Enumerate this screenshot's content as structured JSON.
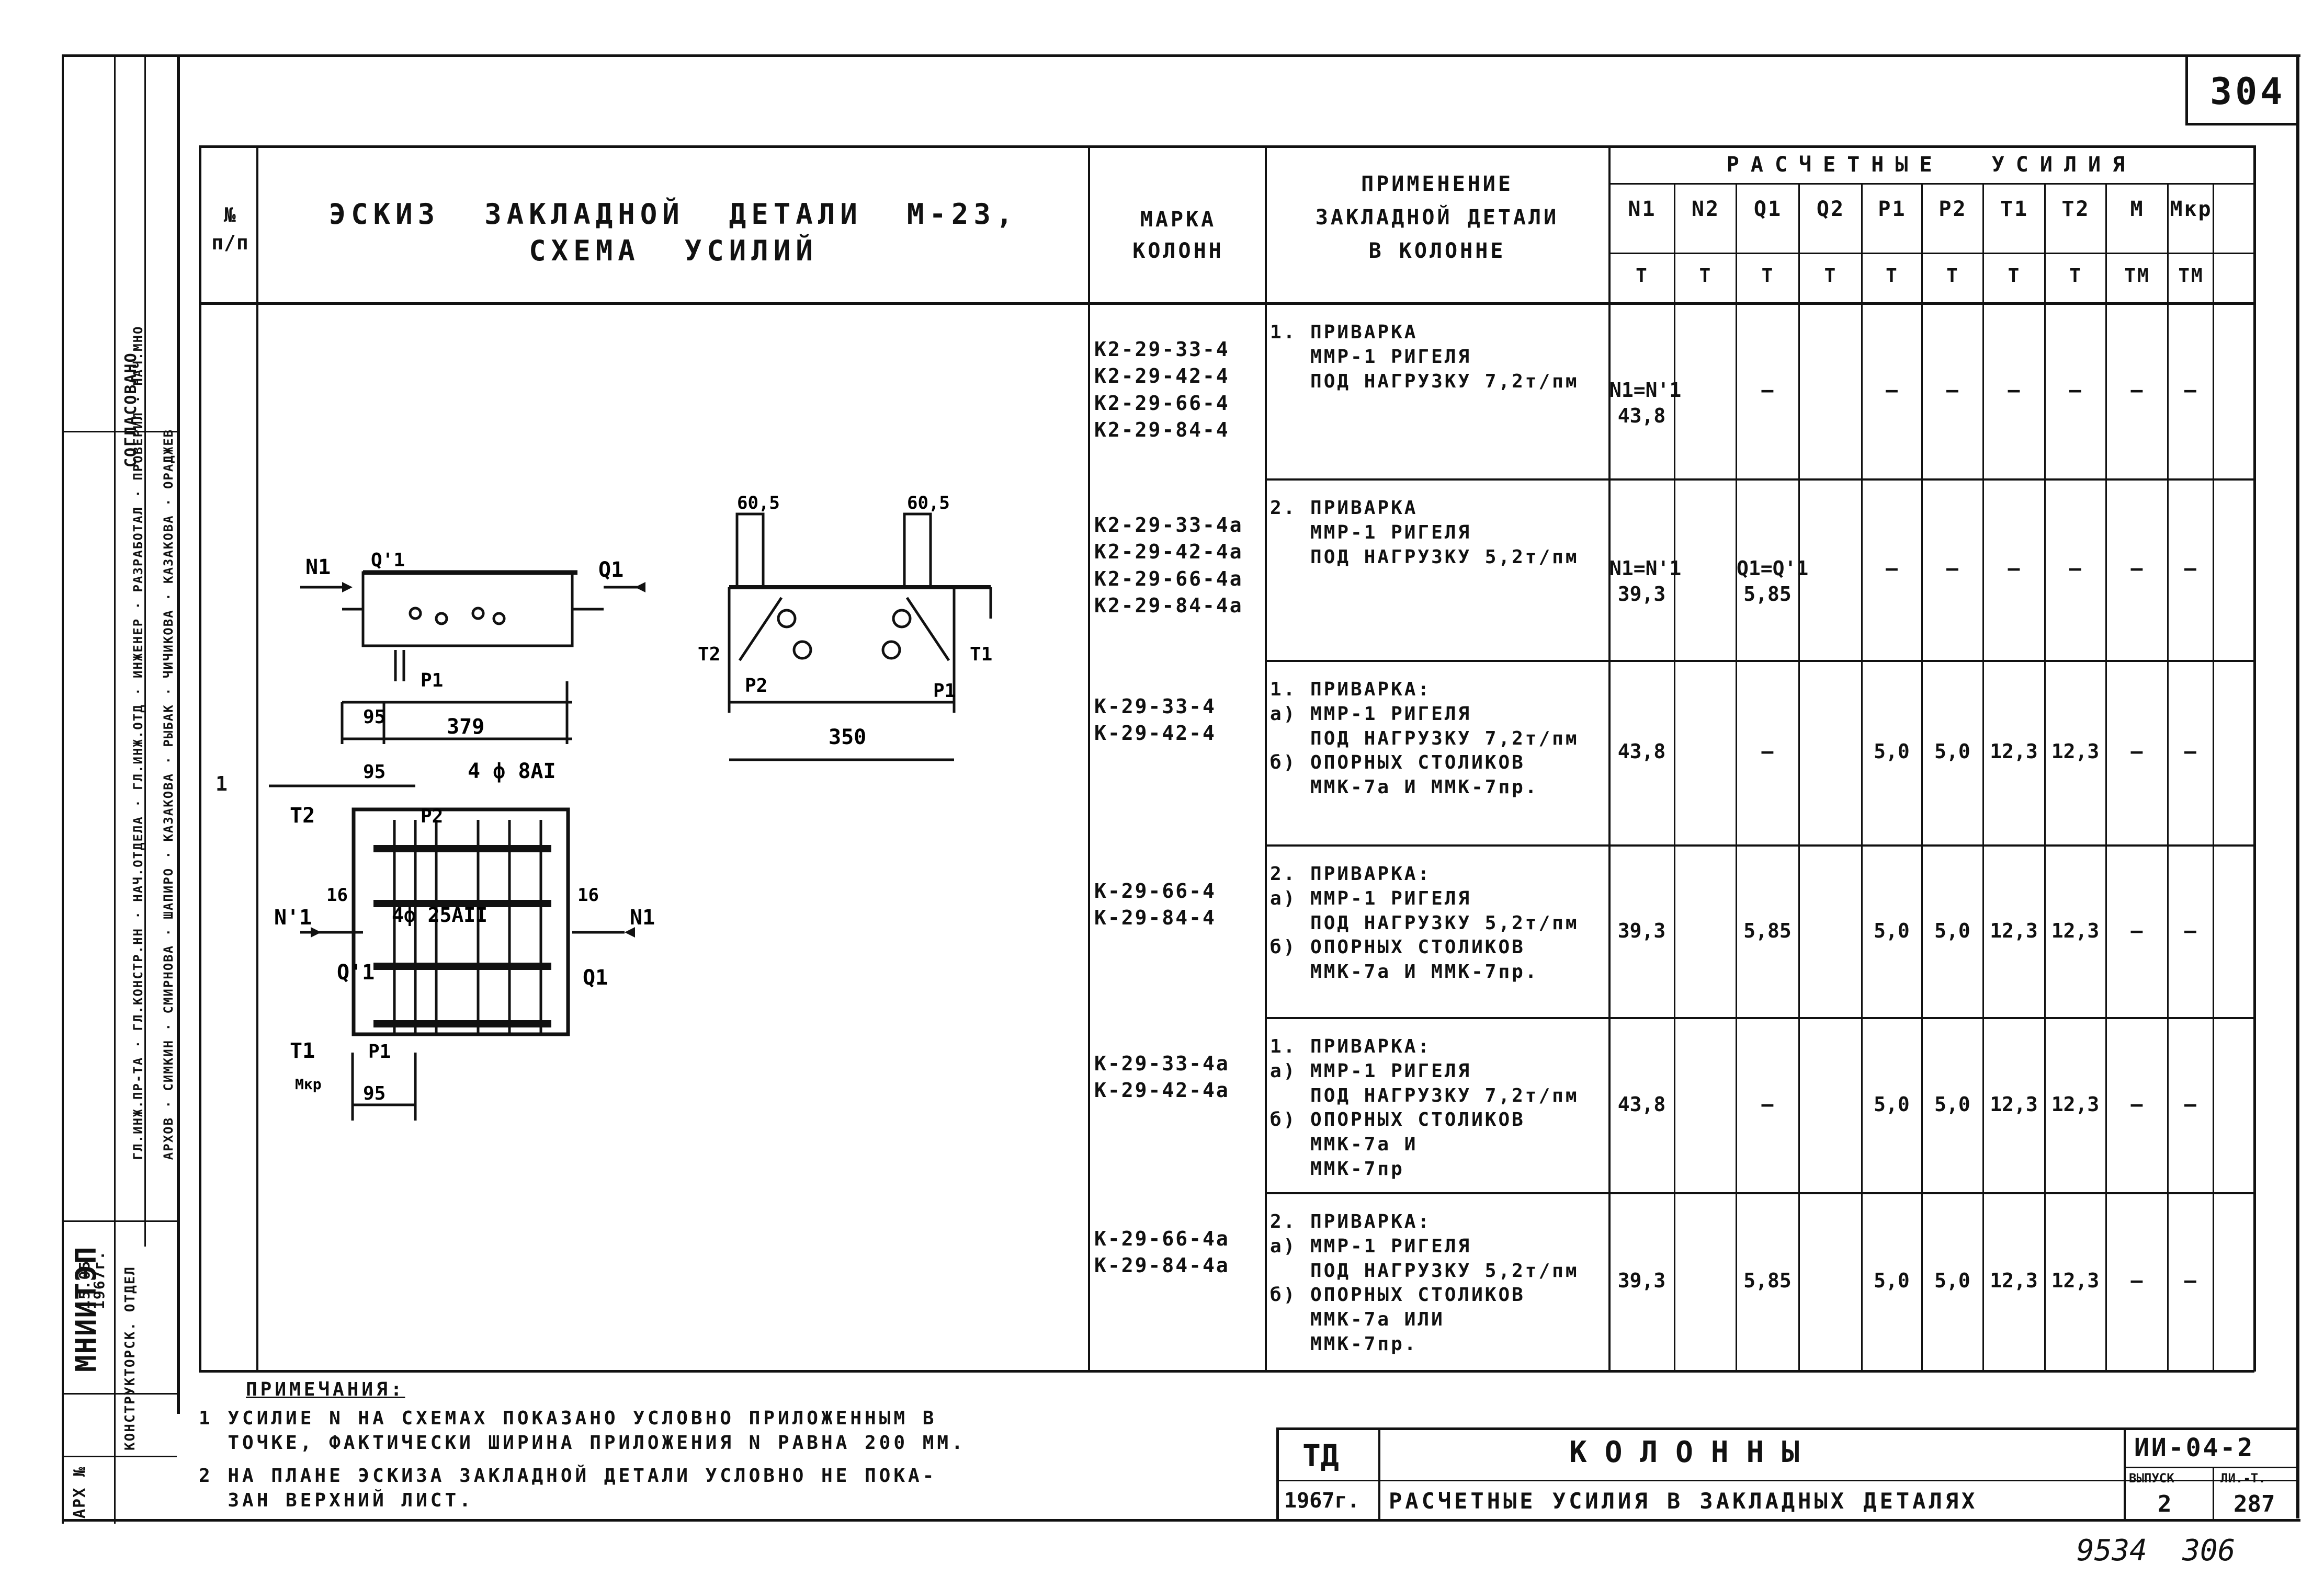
{
  "sheet_number": "304",
  "table": {
    "col_no_header": "№\nп/п",
    "col_sketch_header": "ЭСКИЗ  ЗАКЛАДНОЙ  ДЕТАЛИ  М-23,\nСХЕМА  УСИЛИЙ",
    "col_mark_header": "МАРКА\nКОЛОНН",
    "col_apply_header": "ПРИМЕНЕНИЕ\nЗАКЛАДНОЙ ДЕТАЛИ\nВ КОЛОННЕ",
    "forces_header": "РАСЧЕТНЫЕ  УСИЛИЯ",
    "force_columns": [
      {
        "name": "N1",
        "unit": "Т"
      },
      {
        "name": "N2",
        "unit": "Т"
      },
      {
        "name": "Q1",
        "unit": "Т"
      },
      {
        "name": "Q2",
        "unit": "Т"
      },
      {
        "name": "P1",
        "unit": "Т"
      },
      {
        "name": "P2",
        "unit": "Т"
      },
      {
        "name": "T1",
        "unit": "Т"
      },
      {
        "name": "T2",
        "unit": "Т"
      },
      {
        "name": "M",
        "unit": "ТМ"
      },
      {
        "name": "Мкр",
        "unit": "ТМ"
      }
    ],
    "row_no": "1",
    "rows": [
      {
        "marks": "К2-29-33-4\nК2-29-42-4\nК2-29-66-4\nК2-29-84-4",
        "apply": "1. ПРИВАРКА\n   ММР-1 РИГЕЛЯ\n   ПОД НАГРУЗКУ 7,2т/пм",
        "n1": "N1=N'1\n43,8",
        "q1": "—",
        "p1": "—",
        "p2": "—",
        "t1": "—",
        "t2": "—",
        "m": "—",
        "mkr": "—"
      },
      {
        "marks": "К2-29-33-4а\nК2-29-42-4а\nК2-29-66-4а\nК2-29-84-4а",
        "apply": "2. ПРИВАРКА\n   ММР-1 РИГЕЛЯ\n   ПОД НАГРУЗКУ 5,2т/пм",
        "n1": "N1=N'1\n39,3",
        "q1": "Q1=Q'1\n5,85",
        "p1": "—",
        "p2": "—",
        "t1": "—",
        "t2": "—",
        "m": "—",
        "mkr": "—"
      },
      {
        "marks": "К-29-33-4\nК-29-42-4",
        "apply": "1. ПРИВАРКА:\nа) ММР-1 РИГЕЛЯ\n   ПОД НАГРУЗКУ 7,2т/пм\nб) ОПОРНЫХ СТОЛИКОВ\n   ММК-7а И ММК-7пр.",
        "n1": "43,8",
        "q1": "—",
        "p1": "5,0",
        "p2": "5,0",
        "t1": "12,3",
        "t2": "12,3",
        "m": "—",
        "mkr": "—"
      },
      {
        "marks": "К-29-66-4\nК-29-84-4",
        "apply": "2. ПРИВАРКА:\nа) ММР-1 РИГЕЛЯ\n   ПОД НАГРУЗКУ 5,2т/пм\nб) ОПОРНЫХ СТОЛИКОВ\n   ММК-7а И ММК-7пр.",
        "n1": "39,3",
        "q1": "5,85",
        "p1": "5,0",
        "p2": "5,0",
        "t1": "12,3",
        "t2": "12,3",
        "m": "—",
        "mkr": "—"
      },
      {
        "marks": "К-29-33-4а\nК-29-42-4а",
        "apply": "1. ПРИВАРКА:\nа) ММР-1 РИГЕЛЯ\n   ПОД НАГРУЗКУ 7,2т/пм\nб) ОПОРНЫХ СТОЛИКОВ\n   ММК-7а И\n   ММК-7пр",
        "n1": "43,8",
        "q1": "—",
        "p1": "5,0",
        "p2": "5,0",
        "t1": "12,3",
        "t2": "12,3",
        "m": "—",
        "mkr": "—"
      },
      {
        "marks": "К-29-66-4а\nК-29-84-4а",
        "apply": "2. ПРИВАРКА:\nа) ММР-1 РИГЕЛЯ\n   ПОД НАГРУЗКУ 5,2т/пм\nб) ОПОРНЫХ СТОЛИКОВ\n   ММК-7а ИЛИ\n   ММК-7пр.",
        "n1": "39,3",
        "q1": "5,85",
        "p1": "5,0",
        "p2": "5,0",
        "t1": "12,3",
        "t2": "12,3",
        "m": "—",
        "mkr": "—"
      }
    ]
  },
  "sketch": {
    "dim_379": "379",
    "dim_95": "95",
    "dim_350": "350",
    "dim_605a": "60,5",
    "dim_605b": "60,5",
    "dim_16a": "16",
    "dim_16b": "16",
    "rebar_top": "4 ф 8АI",
    "rebar_mid": "4ф 25АII",
    "lbl_n1": "N1",
    "lbl_n1p": "N'1",
    "lbl_q1": "Q1",
    "lbl_q1p": "Q'1",
    "lbl_p1": "P1",
    "lbl_p2": "P2",
    "lbl_t1": "T1",
    "lbl_t2": "T2",
    "lbl_mkr": "Мкр"
  },
  "notes": {
    "title": "ПРИМЕЧАНИЯ:",
    "n1": "1 УСИЛИЕ N НА СХЕМАХ ПОКАЗАНО УСЛОВНО ПРИЛОЖЕННЫМ В\n  ТОЧКЕ, ФАКТИЧЕСКИ ШИРИНА ПРИЛОЖЕНИЯ N РАВНА 200 ММ.",
    "n2": "2 НА ПЛАНЕ ЭСКИЗА ЗАКЛАДНОЙ ДЕТАЛИ УСЛОВНО НЕ ПОКА-\n  ЗАН ВЕРХНИЙ ЛИСТ."
  },
  "title_block": {
    "org": "ТД",
    "year": "1967г.",
    "title": "КОЛОННЫ",
    "subtitle": "РАСЧЕТНЫЕ УСИЛИЯ В ЗАКЛАДНЫХ ДЕТАЛЯХ",
    "doc_code": "ИИ-04-2",
    "issue_label": "ВЫПУСК",
    "sheet_label": "ЛИ.-Т.",
    "issue": "2",
    "sheet": "287"
  },
  "bottom_numbers": "9534  306",
  "stamp": {
    "org": "МНИИТЭП",
    "dept": "КОНСТРУКТОРСК. ОТДЕЛ",
    "date": "15.05\n1967г.",
    "arch": "АРХ №",
    "approved": "СОГЛАСОВАНО",
    "roles": [
      "ГЛ.ИНЖ.ПР-ТА",
      "ГЛ.КОНСТР.НН",
      "НАЧ.ОТДЕЛА",
      "ГЛ.ИНЖ.ОТД",
      "ИНЖЕНЕР",
      "РАЗРАБОТАЛ",
      "ПРОВЕРИЛ",
      "НАЧ.МНО",
      "ГЛ.ИНЖ.ПР-ТА"
    ],
    "names": [
      "АРХОВ",
      "СИМКИН",
      "СМИРНОВА",
      "ШАПИРО",
      "КАЗАКОВА",
      "РЫБАК",
      "ЧИЧИКОВА",
      "КАЗАКОВА",
      "ОРАДЖЕВ"
    ]
  }
}
